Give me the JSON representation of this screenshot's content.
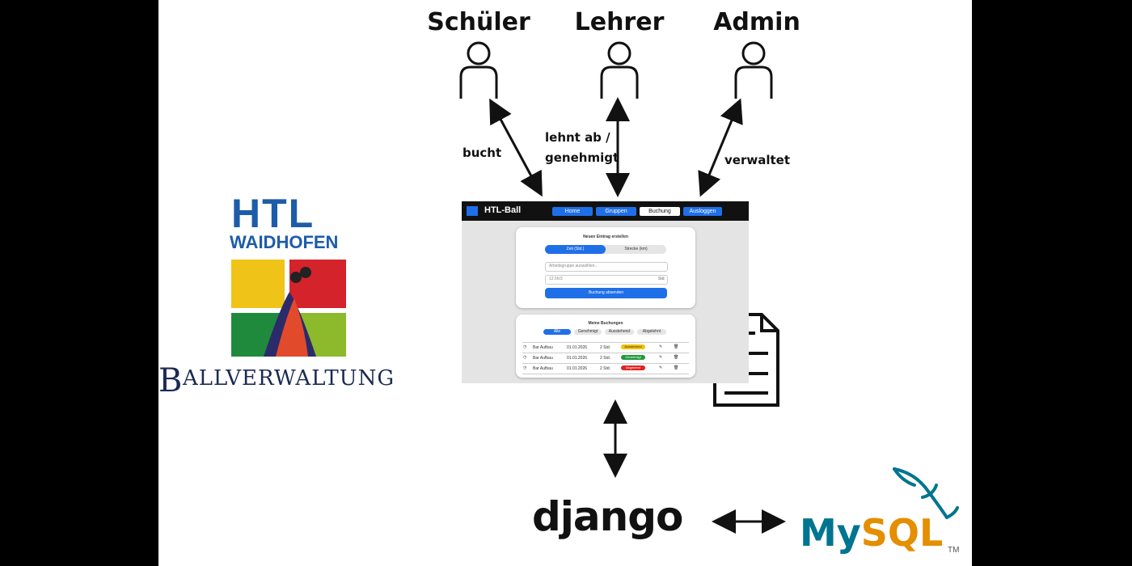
{
  "actors": [
    {
      "label": "Schüler",
      "icon": "user-icon"
    },
    {
      "label": "Lehrer",
      "icon": "user-icon"
    },
    {
      "label": "Admin",
      "icon": "user-icon"
    }
  ],
  "edges": {
    "schueler": "bucht",
    "lehrer_line1": "lehnt ab /",
    "lehrer_line2": "genehmigt",
    "admin": "verwaltet"
  },
  "logo": {
    "htl": "HTL",
    "waidhofen": "WAIDHOFEN",
    "ball_b": "B",
    "ball_rest": "ALLVERWALTUNG"
  },
  "app": {
    "brand": "HTL-Ball",
    "nav": [
      "Home",
      "Gruppen",
      "Buchung",
      "Ausloggen"
    ],
    "nav_active": "Buchung",
    "form": {
      "title": "Neuen Eintrag erstellen",
      "toggle_time": "Zeit (Std.)",
      "toggle_distance": "Strecke (km)",
      "select_placeholder": "Arbeitsgruppe auswählen...",
      "value_placeholder": "12.5h/3",
      "unit": "Std",
      "submit": "Buchung absenden"
    },
    "bookings": {
      "title": "Meine Buchungen",
      "filters": [
        "Alle",
        "Genehmigt",
        "Ausstehend",
        "Abgelehnt"
      ],
      "rows": [
        {
          "task": "Bar Aufbau",
          "date": "01.01.2026",
          "hours": "2 Std.",
          "status": "Ausstehend",
          "color": "#f2c200"
        },
        {
          "task": "Bar Aufbau",
          "date": "01.01.2026",
          "hours": "2 Std.",
          "status": "Genehmigt",
          "color": "#1f9a3b"
        },
        {
          "task": "Bar Aufbau",
          "date": "01.01.2026",
          "hours": "2 Std.",
          "status": "Abgelehnt",
          "color": "#e02424"
        }
      ]
    }
  },
  "backend": {
    "framework": "django",
    "database": "MySQL",
    "tm": "TM",
    "db_color": "#00758f",
    "db_accent": "#e48e00"
  }
}
